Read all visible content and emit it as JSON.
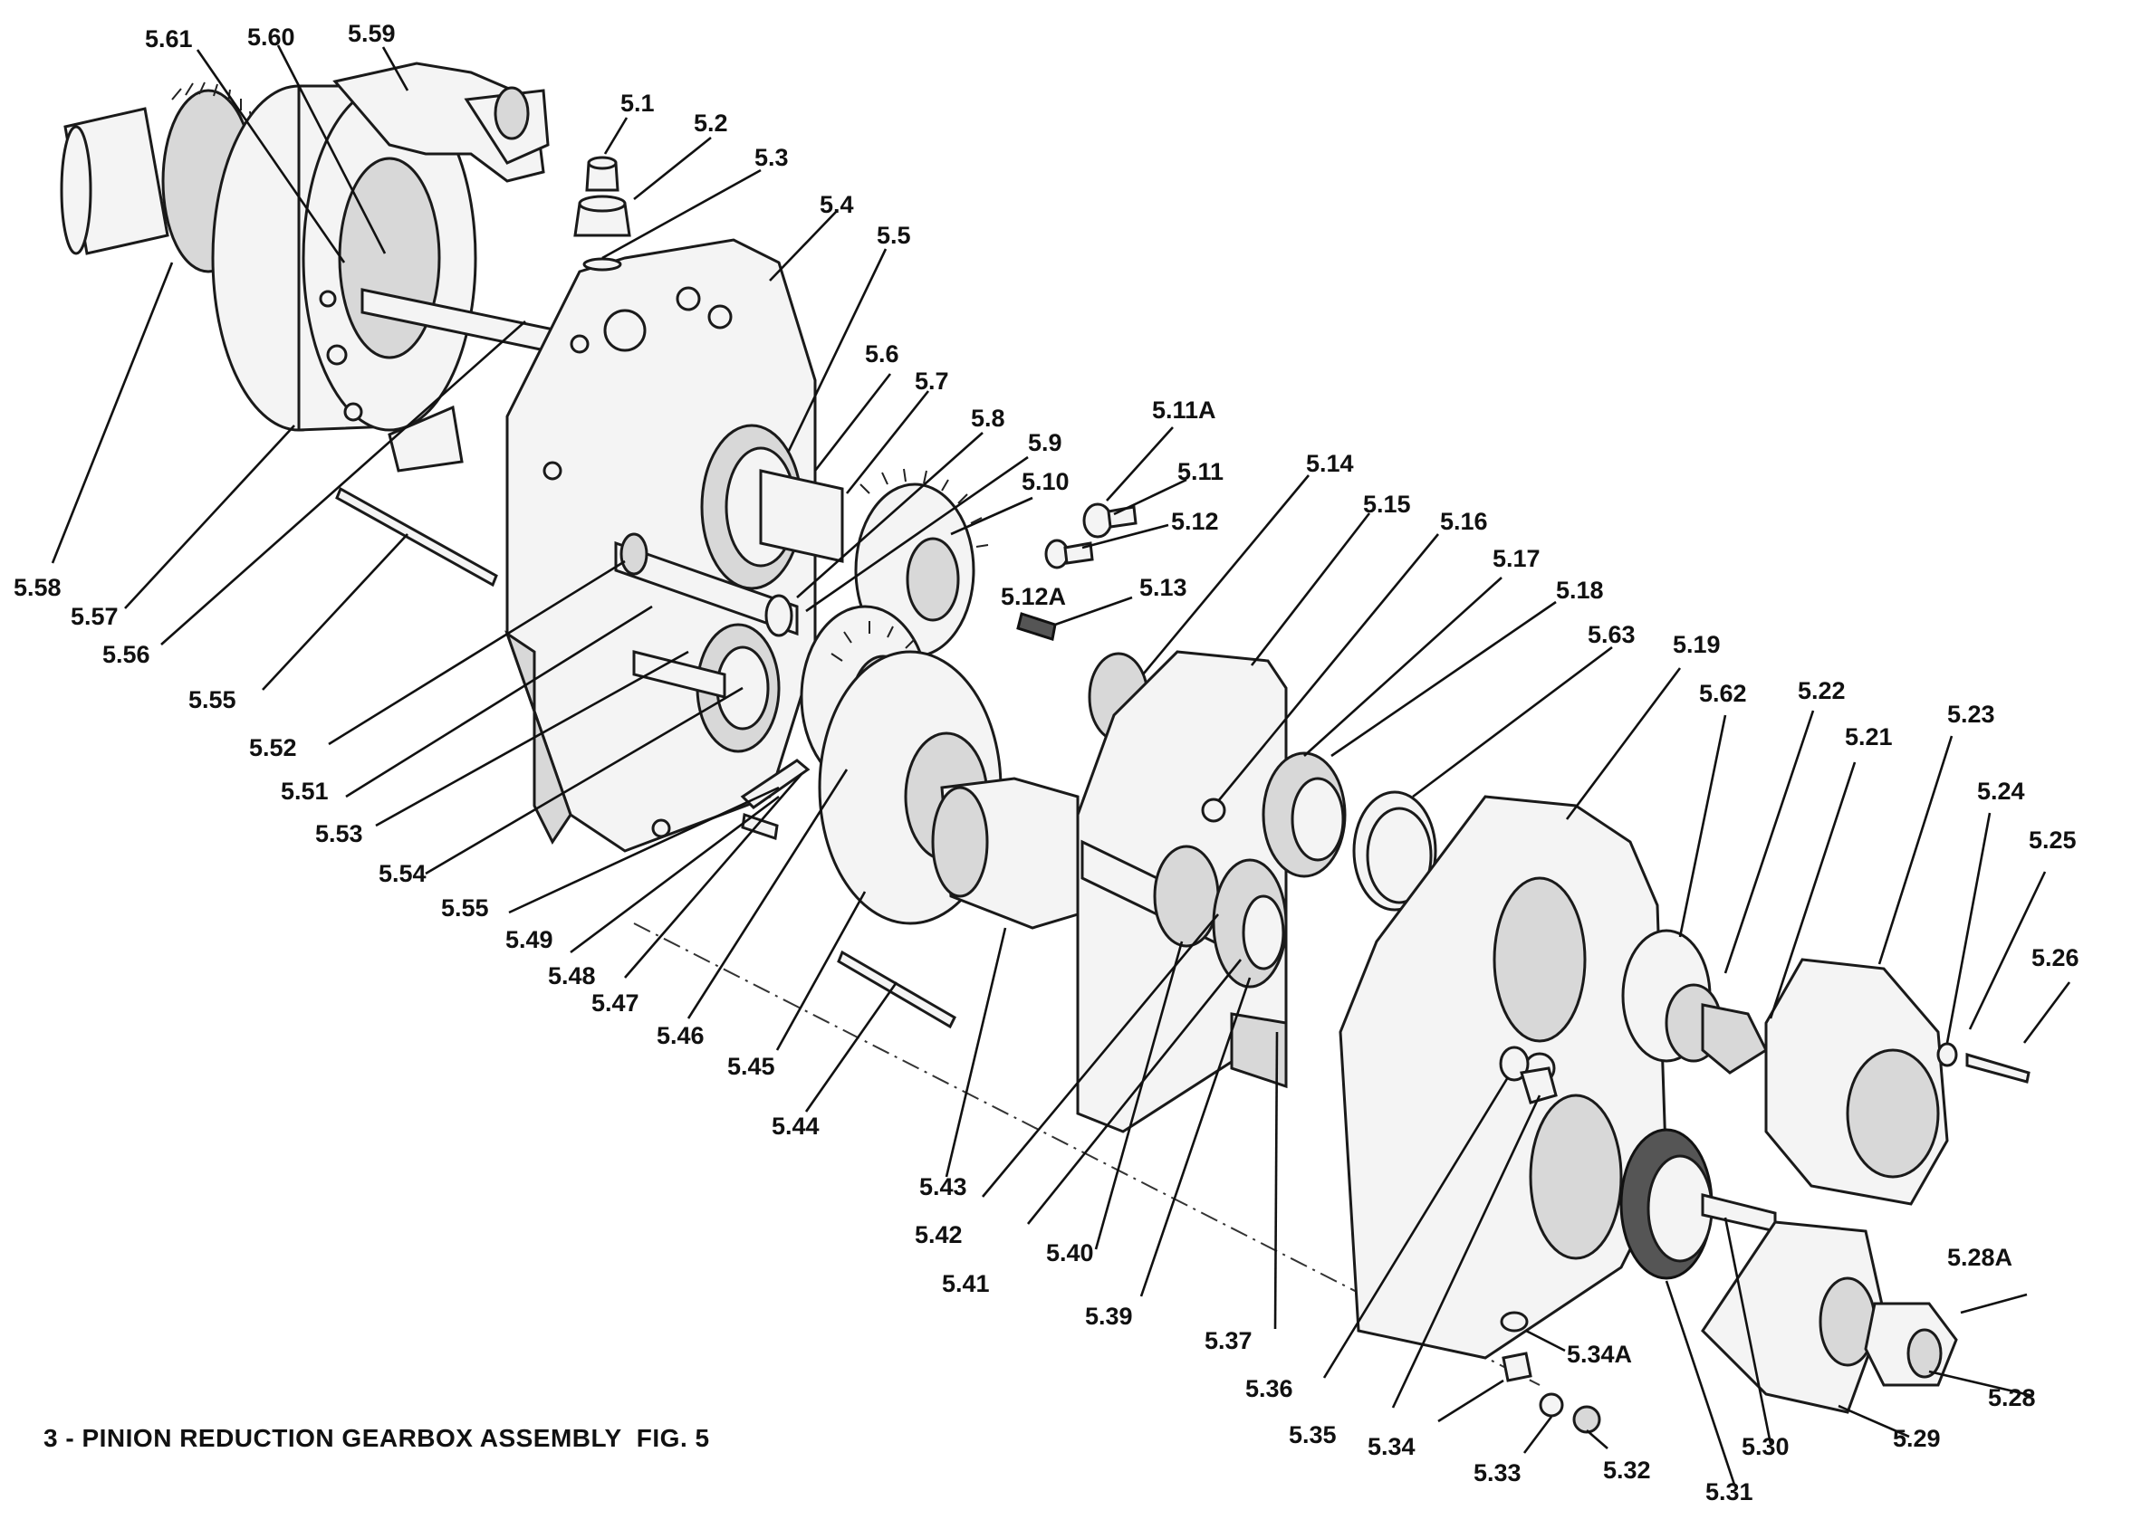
{
  "caption": "3 - PINION REDUCTION GEARBOX ASSEMBLY  FIG. 5",
  "callouts": {
    "c5_1": "5.1",
    "c5_2": "5.2",
    "c5_3": "5.3",
    "c5_4": "5.4",
    "c5_5": "5.5",
    "c5_6": "5.6",
    "c5_7": "5.7",
    "c5_8": "5.8",
    "c5_9": "5.9",
    "c5_10": "5.10",
    "c5_11": "5.11",
    "c5_11A": "5.11A",
    "c5_12": "5.12",
    "c5_12A": "5.12A",
    "c5_13": "5.13",
    "c5_14": "5.14",
    "c5_15": "5.15",
    "c5_16": "5.16",
    "c5_17": "5.17",
    "c5_18": "5.18",
    "c5_19": "5.19",
    "c5_21": "5.21",
    "c5_22": "5.22",
    "c5_23": "5.23",
    "c5_24": "5.24",
    "c5_25": "5.25",
    "c5_26": "5.26",
    "c5_28": "5.28",
    "c5_28A": "5.28A",
    "c5_29": "5.29",
    "c5_30": "5.30",
    "c5_31": "5.31",
    "c5_32": "5.32",
    "c5_33": "5.33",
    "c5_34": "5.34",
    "c5_34A": "5.34A",
    "c5_35": "5.35",
    "c5_36": "5.36",
    "c5_37": "5.37",
    "c5_39": "5.39",
    "c5_40": "5.40",
    "c5_41": "5.41",
    "c5_42": "5.42",
    "c5_43": "5.43",
    "c5_44": "5.44",
    "c5_45": "5.45",
    "c5_46": "5.46",
    "c5_47": "5.47",
    "c5_48": "5.48",
    "c5_49": "5.49",
    "c5_51": "5.51",
    "c5_52": "5.52",
    "c5_53": "5.53",
    "c5_54": "5.54",
    "c5_55a": "5.55",
    "c5_55b": "5.55",
    "c5_56": "5.56",
    "c5_57": "5.57",
    "c5_58": "5.58",
    "c5_59": "5.59",
    "c5_60": "5.60",
    "c5_61": "5.61",
    "c5_62": "5.62",
    "c5_63": "5.63"
  }
}
